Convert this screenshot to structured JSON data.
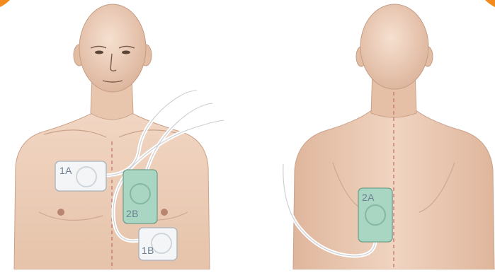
{
  "figure": {
    "front_view": {
      "pads": [
        {
          "id": "1A",
          "label": "1A",
          "color": "#f4f5f7"
        },
        {
          "id": "2B",
          "label": "2B",
          "color": "#a9d6c2"
        },
        {
          "id": "1B",
          "label": "1B",
          "color": "#f4f5f7"
        }
      ]
    },
    "back_view": {
      "pads": [
        {
          "id": "2A",
          "label": "2A",
          "color": "#a9d6c2"
        }
      ]
    },
    "colors": {
      "skin": "#efd2bd",
      "skin_shade": "#dcb59b",
      "midline": "#c06a6a",
      "lead_wire": "#e8ecef",
      "accent": "#f28a1e"
    }
  }
}
